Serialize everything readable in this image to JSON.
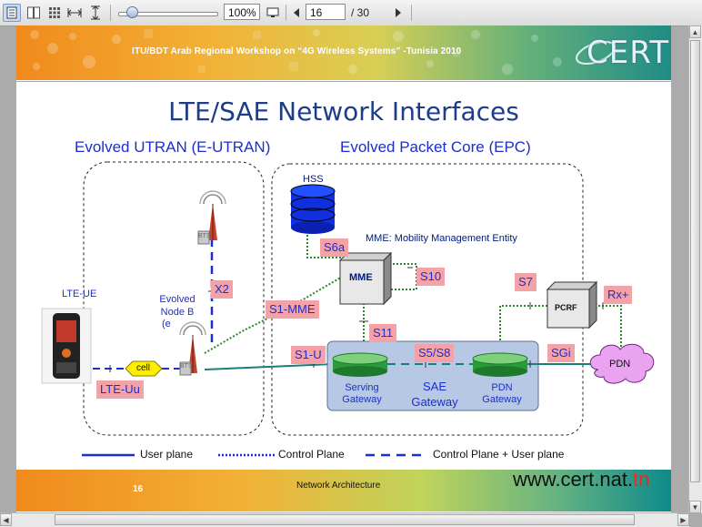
{
  "toolbar": {
    "zoom": "100%",
    "page_current": "16",
    "page_total": "/ 30"
  },
  "slide": {
    "banner_text": "ITU/BDT Arab Regional Workshop on  “4G Wireless Systems” -Tunisia 2010",
    "logo_text": "CERT",
    "title": "LTE/SAE Network Interfaces",
    "eutran_heading": "Evolved UTRAN (E-UTRAN)",
    "epc_heading": "Evolved Packet Core (EPC)",
    "labels": {
      "lte_ue": "LTE-UE",
      "enodeb": "Evolved\nNode B",
      "enodeb_partial": "(e",
      "hss": "HSS",
      "mme_desc": "MME: Mobility Management Entity",
      "mme": "MME",
      "pcrf": "PCRF",
      "pdn": "PDN",
      "cell": "cell",
      "bts": "BTS",
      "serving_gw": "Serving\nGateway",
      "sae_gw": "SAE\nGateway",
      "pdn_gw": "PDN\nGateway"
    },
    "interfaces": {
      "x2": "X2",
      "s6a": "S6a",
      "s10": "S10",
      "s7": "S7",
      "rx": "Rx+",
      "s1_mme": "S1-MME",
      "s11": "S11",
      "s1_u": "S1-U",
      "s5_s8": "S5/S8",
      "sgi": "SGi",
      "lte_uu": "LTE-Uu"
    },
    "legend": {
      "user_plane": "User plane",
      "control_plane": "Control Plane",
      "both": "Control Plane + User plane"
    },
    "footer": {
      "page_number": "16",
      "section": "Network Architecture",
      "url_main": "www.cert.nat.",
      "url_tld": "tn"
    }
  },
  "colors": {
    "title": "#1e3c8a",
    "blue_text": "#1b2ed0",
    "interface_box": "#f3a3a8",
    "user_plane_line": "#1a2fd0",
    "control_plane_line": "#2a8a2a",
    "data_line": "#17807a"
  }
}
